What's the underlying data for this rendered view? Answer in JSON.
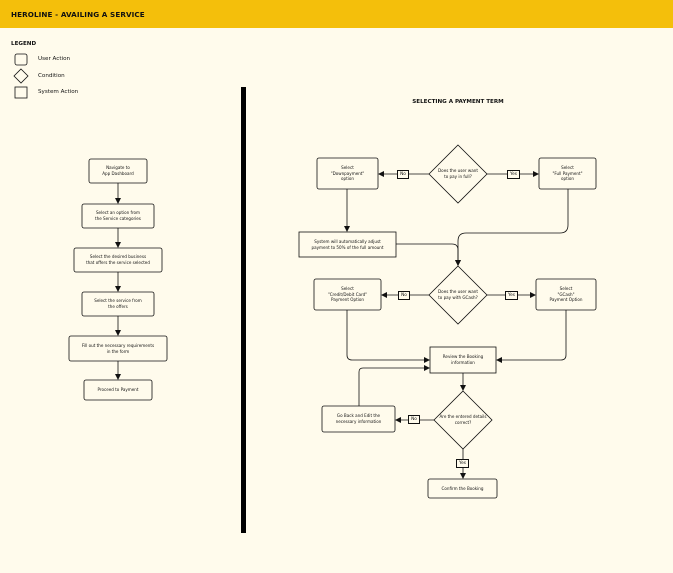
{
  "header": {
    "title": "HEROLINE - AVAILING A SERVICE"
  },
  "colors": {
    "header_bg": "#F4BF0B",
    "page_bg": "#FFFBEC",
    "stroke": "#111111"
  },
  "legend": {
    "title": "LEGEND",
    "items": [
      {
        "shape": "rounded-rect",
        "label": "User Action"
      },
      {
        "shape": "diamond",
        "label": "Condition"
      },
      {
        "shape": "rect",
        "label": "System Action"
      }
    ]
  },
  "left_flow": {
    "nodes": [
      {
        "id": "n1",
        "kind": "user",
        "text": "Navigate to\nApp Dashboard"
      },
      {
        "id": "n2",
        "kind": "user",
        "text": "Select an option from\nthe Service categories"
      },
      {
        "id": "n3",
        "kind": "user",
        "text": "Select the desired business\nthat offers the service selected"
      },
      {
        "id": "n4",
        "kind": "user",
        "text": "Select the service from\nthe offers"
      },
      {
        "id": "n5",
        "kind": "user",
        "text": "Fill out the necessary requirements\nin the form"
      },
      {
        "id": "n6",
        "kind": "user",
        "text": "Proceed to Payment"
      }
    ]
  },
  "right_flow": {
    "title": "SELECTING A PAYMENT TERM",
    "nodes": [
      {
        "id": "d1",
        "kind": "condition",
        "text": "Does the user want\nto pay in full?"
      },
      {
        "id": "down",
        "kind": "user",
        "text": "Select\n\"Downpayment\"\noption"
      },
      {
        "id": "full",
        "kind": "user",
        "text": "Select\n\"Full Payment\"\noption"
      },
      {
        "id": "sys",
        "kind": "system",
        "text": "System will automatically adjust\npayment to 50% of the full amount"
      },
      {
        "id": "d2",
        "kind": "condition",
        "text": "Does the user want\nto pay with GCash?"
      },
      {
        "id": "card",
        "kind": "user",
        "text": "Select\n\"Credit/Debit Card\"\nPayment Option"
      },
      {
        "id": "gcash",
        "kind": "user",
        "text": "Select\n\"GCash\"\nPayment Option"
      },
      {
        "id": "review",
        "kind": "system",
        "text": "Review the Booking\ninformation"
      },
      {
        "id": "d3",
        "kind": "condition",
        "text": "Are the entered details\ncorrect?"
      },
      {
        "id": "edit",
        "kind": "user",
        "text": "Go Back and Edit the\nnecessary information"
      },
      {
        "id": "confirm",
        "kind": "user",
        "text": "Confirm the Booking"
      }
    ],
    "labels": {
      "no": "No",
      "yes": "Yes"
    }
  }
}
